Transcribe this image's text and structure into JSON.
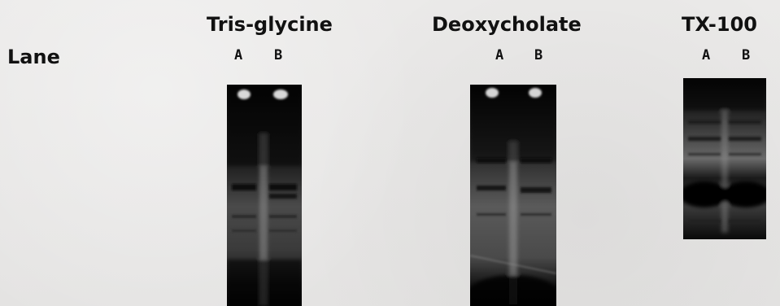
{
  "row_label": "Lane",
  "panels": [
    {
      "title": "Tris-glycine",
      "lanes": [
        "A",
        "B"
      ]
    },
    {
      "title": "Deoxycholate",
      "lanes": [
        "A",
        "B"
      ]
    },
    {
      "title": "TX-100",
      "lanes": [
        "A",
        "B"
      ]
    }
  ]
}
